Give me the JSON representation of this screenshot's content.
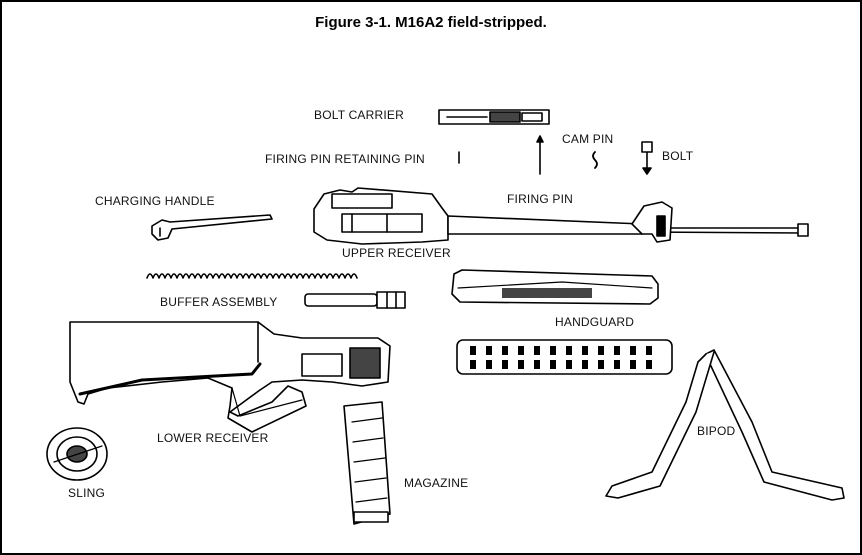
{
  "figure": {
    "title": "Figure 3-1. M16A2 field-stripped."
  },
  "labels": {
    "bolt_carrier": "BOLT CARRIER",
    "cam_pin": "CAM PIN",
    "bolt": "BOLT",
    "firing_pin_retaining_pin": "FIRING PIN RETAINING PIN",
    "firing_pin": "FIRING PIN",
    "charging_handle": "CHARGING HANDLE",
    "upper_receiver": "UPPER RECEIVER",
    "buffer_assembly": "BUFFER ASSEMBLY",
    "handguard": "HANDGUARD",
    "lower_receiver": "LOWER RECEIVER",
    "bipod": "BIPOD",
    "sling": "SLING",
    "magazine": "MAGAZINE"
  },
  "colors": {
    "ink": "#000000",
    "paper": "#ffffff",
    "shade": "#444444"
  }
}
